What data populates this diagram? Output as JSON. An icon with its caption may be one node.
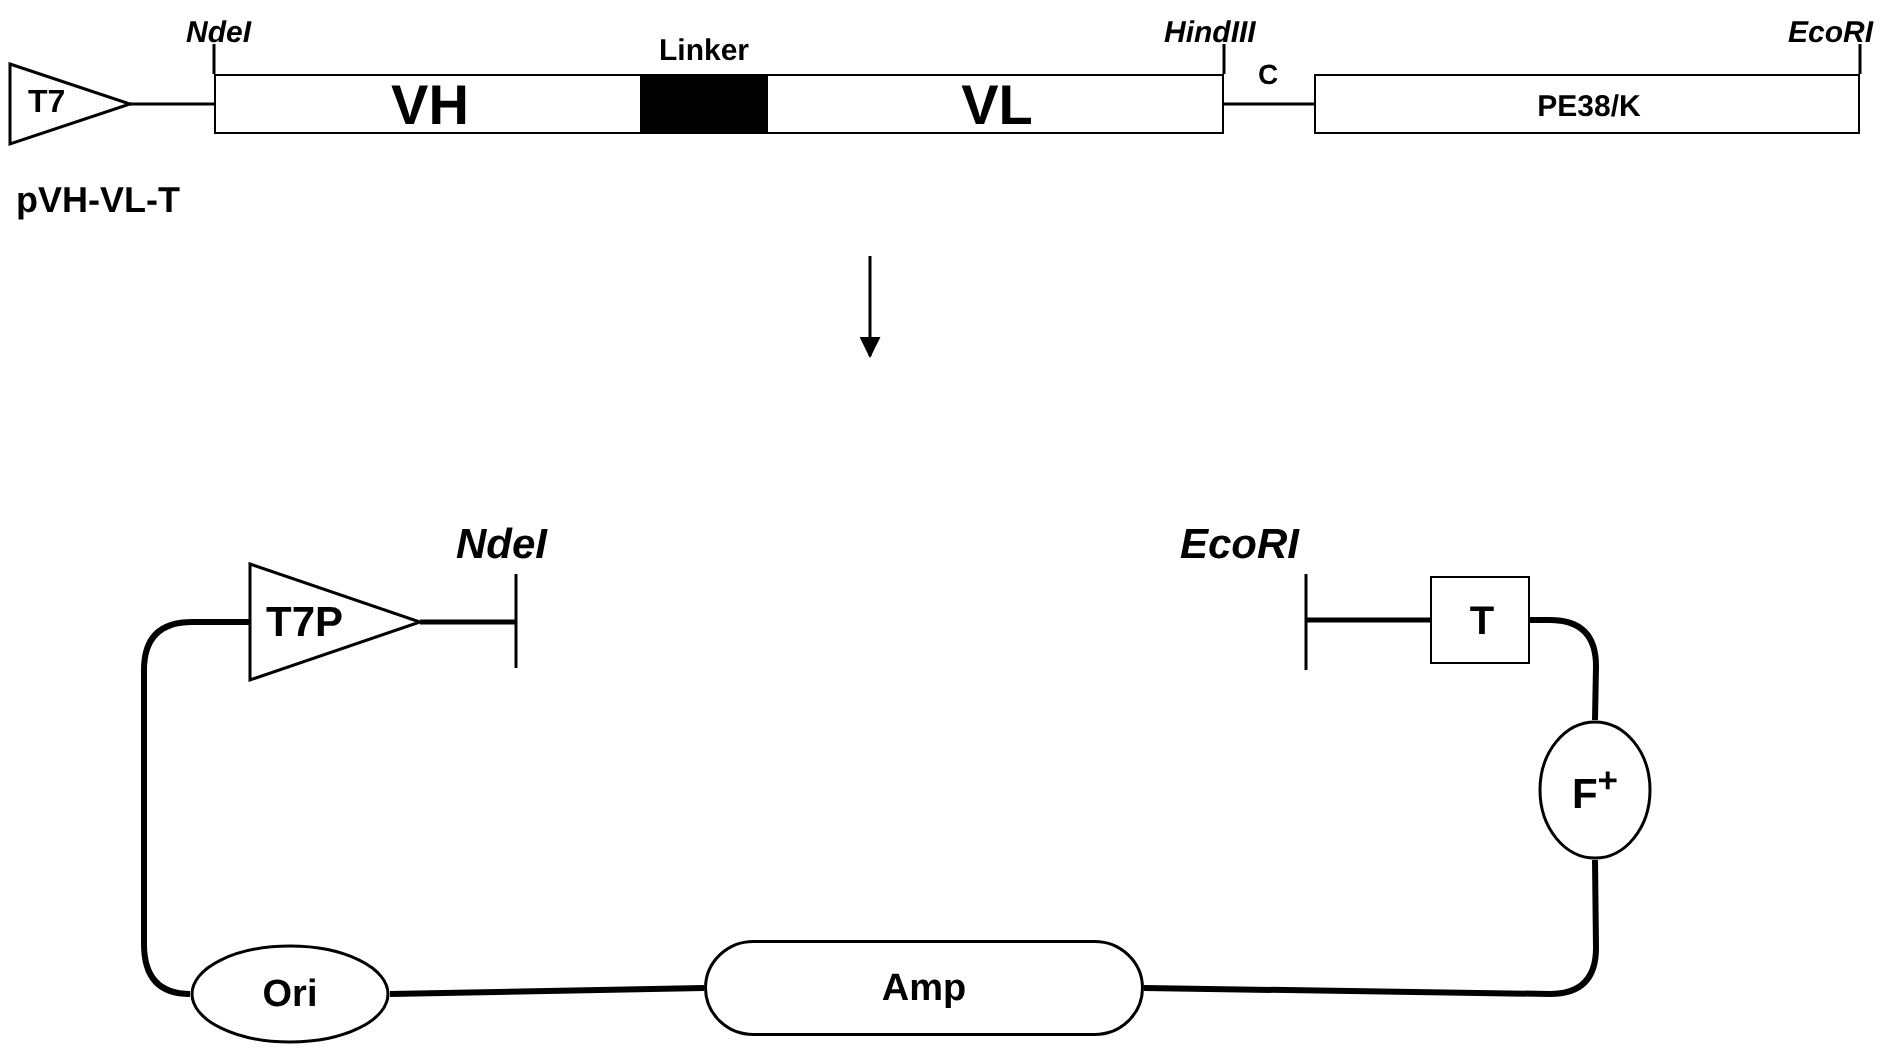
{
  "diagram": {
    "nodes": [
      {
        "text": [
          "T7"
        ]
      },
      {
        "text": [
          "VH"
        ],
        "beside": [
          "NdeI"
        ]
      },
      {
        "text": [
          "Linker"
        ]
      },
      {
        "text": [
          "VL"
        ],
        "beside": [
          "HindIII"
        ]
      },
      {
        "text": [
          "PE38/K"
        ],
        "beside": [
          "EcoRI"
        ]
      },
      {
        "text": [
          "T7P"
        ]
      },
      {
        "text": [
          "T"
        ]
      },
      {
        "text": [
          "F$^{+}$"
        ]
      },
      {
        "text": [
          "Ori"
        ]
      },
      {
        "text": [
          "Amp"
        ]
      }
    ],
    "edges": [
      {
        "from": 0,
        "to": 1,
        "arrow": "none"
      },
      {
        "from": 3,
        "to": 4,
        "arrow": "none",
        "label": "C"
      },
      {
        "from": 5,
        "to": null,
        "arrow": "none"
      },
      {
        "from": 8,
        "to": 5,
        "arrow": "none"
      },
      {
        "from": 8,
        "to": 9,
        "arrow": "none"
      },
      {
        "from": 9,
        "to": 7,
        "arrow": "none"
      },
      {
        "from": 7,
        "to": 6,
        "arrow": "none"
      },
      {
        "from": null,
        "to": 6,
        "arrow": "none"
      }
    ],
    "labels": [
      "pVH-VL-T",
      "NdeI",
      "EcoRI"
    ]
  }
}
